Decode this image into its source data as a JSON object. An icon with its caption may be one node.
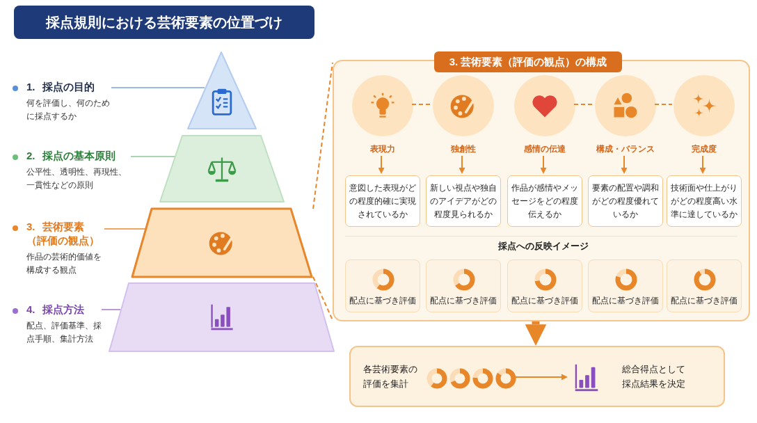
{
  "diagram": {
    "title": "採点規則における芸術要素の位置づけ",
    "nodes": [
      {
        "text": [
          "1. 採点の目的",
          "何を評価し、何のために採点するか"
        ]
      },
      {
        "text": [],
        "shape": "triangle"
      },
      {
        "text": [
          "2. 採点の基本原則",
          "公平性、透明性、再現性、一貫性などの原則"
        ]
      },
      {
        "text": [],
        "shape": "trapezoid"
      },
      {
        "text": [
          "3. 芸術要素（評価の観点）",
          "作品の芸術的価値を構成する観点"
        ]
      },
      {
        "text": [],
        "shape": "trapezoid"
      },
      {
        "text": [
          "4. 採点方法",
          "配点、評価基準、採点手順、集計方法"
        ]
      },
      {
        "text": [],
        "shape": "trapezoid"
      },
      {
        "text": [
          "3. 芸術要素（評価の観点）の構成"
        ]
      },
      {
        "text": [
          "表現力"
        ],
        "in": 8
      },
      {
        "text": [
          "独創性"
        ],
        "in": 8
      },
      {
        "text": [
          "感情の伝達"
        ],
        "in": 8
      },
      {
        "text": [
          "構成・バランス"
        ],
        "in": 8
      },
      {
        "text": [
          "完成度"
        ],
        "in": 8
      },
      {
        "text": [
          "意図した表現がどの程度的確に実現されているか"
        ],
        "in": 8
      },
      {
        "text": [
          "新しい視点や独自のアイデアがどの程度見られるか"
        ],
        "in": 8
      },
      {
        "text": [
          "作品が感情やメッセージをどの程度伝えるか"
        ],
        "in": 8
      },
      {
        "text": [
          "要素の配置や調和がどの程度優れているか"
        ],
        "in": 8
      },
      {
        "text": [
          "技術面や仕上がりがどの程度高い水準に達しているか"
        ],
        "in": 8
      },
      {
        "text": [
          "配点に基づき評価"
        ],
        "in": 8
      },
      {
        "text": [
          "配点に基づき評価"
        ],
        "in": 8
      },
      {
        "text": [
          "配点に基づき評価"
        ],
        "in": 8
      },
      {
        "text": [
          "配点に基づき評価"
        ],
        "in": 8
      },
      {
        "text": [
          "配点に基づき評価"
        ],
        "in": 8
      },
      {
        "text": [],
        "shape": "box"
      },
      {
        "text": [
          "各芸術要素の評価を集計"
        ],
        "in": 24
      },
      {
        "text": [],
        "shape": "ring",
        "in": 24
      },
      {
        "text": [],
        "shape": "chart",
        "in": 24
      },
      {
        "text": [
          "総合得点として採点結果を決定"
        ],
        "in": 24
      }
    ],
    "edges": [
      {
        "from": 0,
        "to": 1,
        "arrow": "none",
        "color": "#7aa3dc"
      },
      {
        "from": 2,
        "to": 3,
        "arrow": "none",
        "color": "#8cc795"
      },
      {
        "from": 4,
        "to": 5,
        "arrow": "none"
      },
      {
        "from": 6,
        "to": 7,
        "arrow": "none",
        "color": "#a77fd0"
      },
      {
        "from": 5,
        "to": 8,
        "arrow": "none",
        "style": "dashed"
      },
      {
        "from": 5,
        "to": 8,
        "arrow": "none",
        "style": "dashed"
      },
      {
        "from": 9,
        "to": 10,
        "arrow": "none",
        "style": "dashed"
      },
      {
        "from": 11,
        "to": 12,
        "arrow": "none",
        "style": "dashed"
      },
      {
        "from": 12,
        "to": 13,
        "arrow": "none",
        "style": "dashed"
      },
      {
        "from": 9,
        "to": 14,
        "arrow": "to"
      },
      {
        "from": 10,
        "to": 15,
        "arrow": "to"
      },
      {
        "from": 11,
        "to": 16,
        "arrow": "to"
      },
      {
        "from": 12,
        "to": 17,
        "arrow": "to"
      },
      {
        "from": 13,
        "to": 18,
        "arrow": "to"
      },
      {
        "from": 8,
        "to": 24,
        "arrow": "to",
        "style": "thick"
      },
      {
        "from": 26,
        "to": 27,
        "arrow": "to"
      }
    ],
    "labels": [
      "採点への反映イメージ"
    ]
  }
}
